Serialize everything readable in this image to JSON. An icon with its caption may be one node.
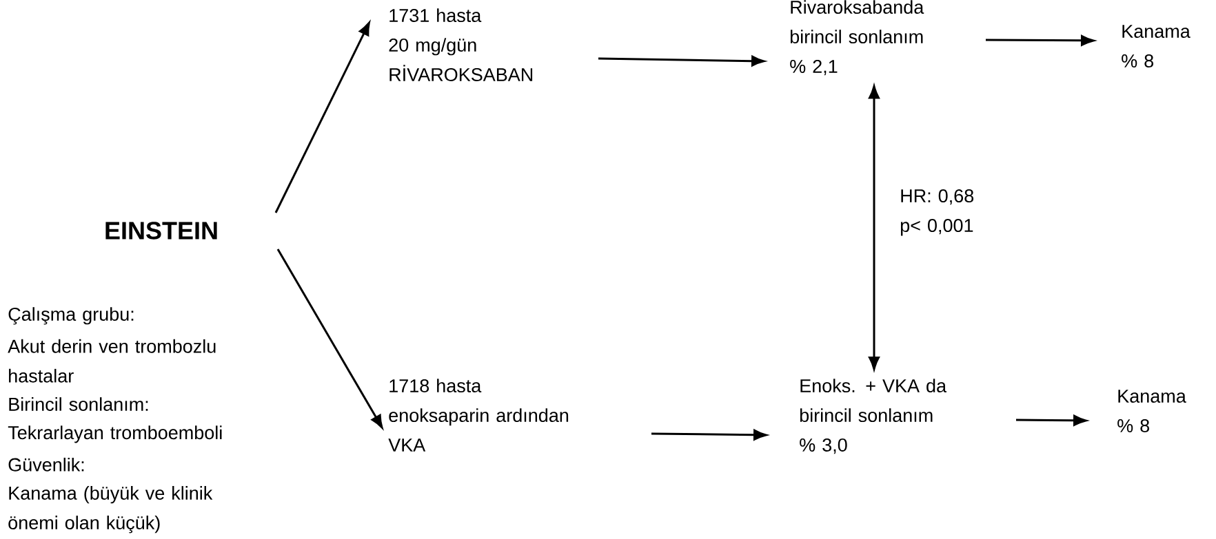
{
  "diagram": {
    "nodes": [
      {
        "text": [
          "EINSTEIN"
        ]
      },
      {
        "text": [
          "1731 hasta",
          "20 mg/gün",
          "RİVAROKSABAN"
        ]
      },
      {
        "text": [
          "1718 hasta",
          "enoksaparin ardından VKA"
        ]
      },
      {
        "text": [
          "Rivaroksabanda birincil sonlanım",
          "% 2,1"
        ]
      },
      {
        "text": [
          "Enoks. + VKA da birincil sonlanım",
          "% 3,0"
        ]
      },
      {
        "text": [
          "Kanama",
          "% 8"
        ]
      },
      {
        "text": [
          "Kanama",
          "% 8"
        ]
      }
    ],
    "edges": [
      {
        "from": 0,
        "to": 1,
        "arrow": "to"
      },
      {
        "from": 0,
        "to": 2,
        "arrow": "to"
      },
      {
        "from": 1,
        "to": 3,
        "arrow": "to"
      },
      {
        "from": 2,
        "to": 4,
        "arrow": "to"
      },
      {
        "from": 3,
        "to": 5,
        "arrow": "to"
      },
      {
        "from": 4,
        "to": 6,
        "arrow": "to"
      },
      {
        "from": 3,
        "to": 4,
        "arrow": "both",
        "label": "HR: 0,68 p< 0,001"
      }
    ],
    "labels": [
      "Çalışma grubu:",
      "Akut derin ven trombozlu hastalar",
      "Birincil sonlanım:",
      "Tekrarlayan tromboemboli",
      "Güvenlik:",
      "Kanama (büyük ve klinik önemi olan küçük)"
    ]
  }
}
